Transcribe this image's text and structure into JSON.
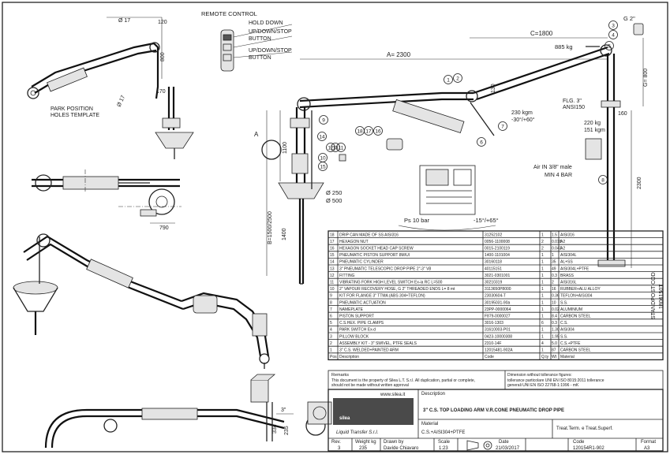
{
  "remote_control": {
    "title": "REMOTE CONTROL",
    "hold_down": "HOLD DOWN",
    "btn1": "UP/DOWN/STOP",
    "btn1b": "BUTTON",
    "btn2": "UP/DOWN/STOP",
    "btn2b": "BUTTON"
  },
  "top_left_view": {
    "d17a": "Ø 17",
    "d120": "120",
    "d800": "800",
    "d170": "170",
    "d17b": "Ø 17",
    "park1": "PARK POSITION",
    "park2": "HOLES TEMPLATE"
  },
  "mid_left_view": {
    "d790": "790"
  },
  "main_view": {
    "a2300": "A= 2300",
    "c1800": "C=1800",
    "w885": "885 kg",
    "g2": "G 2\"",
    "g800": "G= 800",
    "w230": "230 kgm",
    "ang30": "-30°/+60°",
    "flg": "FLG. 3\"",
    "ansi": "ANSI150",
    "w220": "220 kg",
    "w151": "151 kgm",
    "d130": "130",
    "d160": "160",
    "d1100": "1100",
    "d250": "Ø 250",
    "d500": "Ø 500",
    "b_range": "B=1500/2500",
    "d1400": "1400",
    "d2300": "2300",
    "ps": "Ps 10 bar",
    "ang15": "-15°/+65°",
    "air1": "Air IN 3/8\" male",
    "air2": "MIN 4 BAR",
    "viewA": "A",
    "standpost1": "STANDPOST COD.",
    "standpost2": "1806150T",
    "d235": "235",
    "d334": "334",
    "d3": "3\"",
    "callouts": [
      "1",
      "2",
      "3",
      "4",
      "5",
      "6",
      "7",
      "8",
      "9",
      "10",
      "11",
      "12",
      "13",
      "14",
      "15",
      "16",
      "17",
      "18"
    ]
  },
  "bom": {
    "rows": [
      {
        "pos": "18",
        "desc": "DRIP CAN MADE OF SS AISI316",
        "code": "31252102",
        "qty": "1",
        "wt": "1.5",
        "mat": "AISI316"
      },
      {
        "pos": "17",
        "desc": "HEXAGON NUT",
        "code": "0056-1100008",
        "qty": "2",
        "wt": "0.018",
        "mat": "A2"
      },
      {
        "pos": "16",
        "desc": "HEXAGON SOCKET HEAD CAP SCREW",
        "code": "0015-2100119",
        "qty": "2",
        "wt": "0.043",
        "mat": "A2"
      },
      {
        "pos": "15",
        "desc": "PNEUMATIC PISTON SUPPORT 8M/UI",
        "code": "1400-1101004",
        "qty": "1",
        "wt": "1",
        "mat": "AISI304L"
      },
      {
        "pos": "14",
        "desc": "PNEUMATIC CYLINDER",
        "code": "30160118",
        "qty": "1",
        "wt": "35",
        "mat": "AL+SS"
      },
      {
        "pos": "13",
        "desc": "3\" PNEUMATIC TELESCOPIC DROP PIPE 2\"-3\" V8",
        "code": "40115151",
        "qty": "1",
        "wt": "49",
        "mat": "AISI304L+PTFE"
      },
      {
        "pos": "12",
        "desc": "FITTING",
        "code": "3021-0301001",
        "qty": "1",
        "wt": "0.3",
        "mat": "BRASS"
      },
      {
        "pos": "11",
        "desc": "VIBRATING FORK HIGH LEVEL SWITCH Ex-ia RC L=500",
        "code": "30210319",
        "qty": "1",
        "wt": "2",
        "mat": "AISI316L"
      },
      {
        "pos": "10",
        "desc": "2\" VAPOUR RECOVERY HOSE, G 2\" THREADED ENDS L= 8 mt",
        "code": "3113650P8000",
        "qty": "1",
        "wt": "16",
        "mat": "RUBBER+ALU ALLOY"
      },
      {
        "pos": "9",
        "desc": "KIT FOR FLANGE 3\" TTMA (ABS 304+TEFLON)",
        "code": "23030604-T",
        "qty": "1",
        "wt": "0.36",
        "mat": "TEFLON+AISI304"
      },
      {
        "pos": "8",
        "desc": "PNEUMATIC ACTUATION",
        "code": "30195031-90a",
        "qty": "1",
        "wt": "10",
        "mat": "S.S."
      },
      {
        "pos": "7",
        "desc": "NAMEPLATE",
        "code": "23PP-0000064",
        "qty": "1",
        "wt": "0.02",
        "mat": "ALUMINIUM"
      },
      {
        "pos": "6",
        "desc": "PISTON SUPPORT",
        "code": "F879-0000027",
        "qty": "1",
        "wt": "8.4",
        "mat": "CARBON STEEL"
      },
      {
        "pos": "5",
        "desc": "C.S.HEX. PIPE CLAMPS",
        "code": "3016-1303",
        "qty": "6",
        "wt": "0.3",
        "mat": "C.S."
      },
      {
        "pos": "4",
        "desc": "PARK SWITCH Ex-d",
        "code": "31610003-P01",
        "qty": "1",
        "wt": "1.30",
        "mat": "AISI304"
      },
      {
        "pos": "3",
        "desc": "PILLOW BLOCK",
        "code": "0423-10000308",
        "qty": "1",
        "wt": "1.95",
        "mat": "S.S."
      },
      {
        "pos": "2",
        "desc": "ASSEMBLY KIT - 3\" SWIVEL, PTFE SEALS",
        "code": "2310-14F",
        "qty": "4",
        "wt": "5.0",
        "mat": "C.S.+PTFE"
      },
      {
        "pos": "1",
        "desc": "3\" C.S. WELDED+PAINTED ARM",
        "code": "12015481-902A",
        "qty": "1",
        "wt": "87",
        "mat": "CARBON STEEL"
      }
    ],
    "header": {
      "pos": "Pos",
      "desc": "Description",
      "code": "Code",
      "qty": "Q.ty",
      "wt": "Wt",
      "mat": "Material"
    }
  },
  "notes": {
    "remarks_label": "Remarks",
    "remarks1": "This document is the property of Silea L.T. S.r.l. All duplication, partial or complete,",
    "remarks2": "should not be made without written approval",
    "tol1": "Dimension without tollerance figures:",
    "tol2": "tollerance particolare UNI EN ISO 8015:2011 tollerance",
    "tol3": "generali UNI EN ISO 22768-1:1996 - mK"
  },
  "title_block": {
    "website": "www.silea.it",
    "logo": "silea",
    "company": "Liquid Transfer S.r.l.",
    "desc_label": "Description",
    "description": "3\" C.S. TOP LOADING ARM V.R.CONE PNEUMATIC DROP PIPE",
    "material_label": "Material",
    "material": "C.S.+AISI304+PTFE",
    "treatment": "Treat.Term. e Treat.Superf.",
    "rev_label": "Rev.",
    "rev": "3",
    "weight_label": "Weight kg",
    "weight": "235",
    "drawn_label": "Drawn by",
    "drawn": "Davide Chiavaro",
    "scale_label": "Scale",
    "scale": "1:23",
    "date_label": "Date",
    "date": "21/03/2017",
    "code_label": "Code",
    "code": "120154R1-902",
    "format_label": "Format",
    "format": "A3"
  }
}
